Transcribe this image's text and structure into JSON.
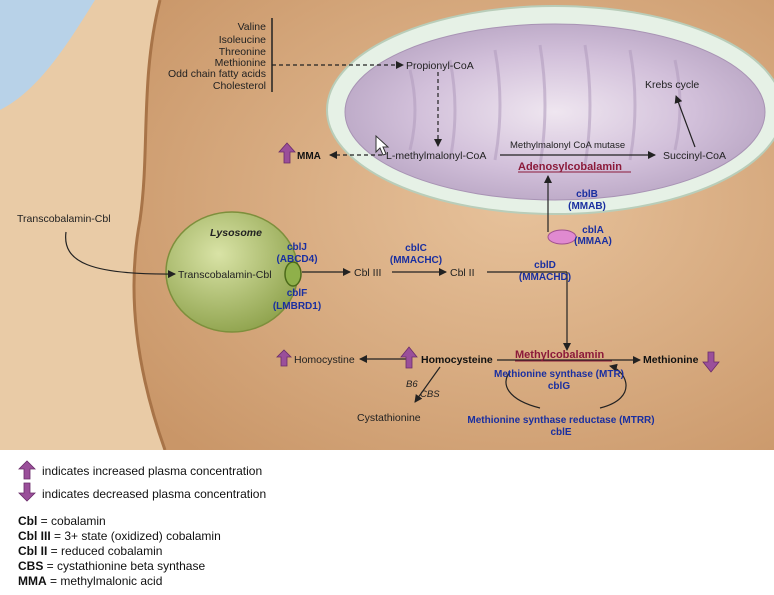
{
  "nutrients": [
    "Valine",
    "Isoleucine",
    "Threonine",
    "Methionine",
    "Odd chain fatty acids",
    "Cholesterol"
  ],
  "propionyl_coa": "Propionyl-CoA",
  "krebs_cycle": "Krebs cycle",
  "mma": "MMA",
  "l_methylmalonyl_coa": "L-methylmalonyl-CoA",
  "mutase": "Methylmalonyl CoA mutase",
  "adenosylcobalamin": "Adenosylcobalamin",
  "succinyl_coa": "Succinyl-CoA",
  "cblB": "cblB",
  "cblB_gene": "(MMAB)",
  "cblA": "cblA",
  "cblA_gene": "(MMAA)",
  "transcobalamin_cbl_outside": "Transcobalamin-Cbl",
  "lysosome": "Lysosome",
  "transcobalamin_cbl_inside": "Transcobalamin-Cbl",
  "cblJ": "cblJ",
  "cblJ_gene": "(ABCD4)",
  "cblF": "cblF",
  "cblF_gene": "(LMBRD1)",
  "cblC": "cblC",
  "cblC_gene": "(MMACHC)",
  "cbl_iii": "Cbl III",
  "cbl_ii": "Cbl II",
  "cblD": "cblD",
  "cblD_gene": "(MMACHD)",
  "homocystine": "Homocystine",
  "homocysteine": "Homocysteine",
  "methylcobalamin": "Methylcobalamin",
  "methionine": "Methionine",
  "methionine_synthase": "Methionine synthase (MTR)",
  "cblG": "cblG",
  "b6": "B6",
  "cbs": "CBS",
  "cystathionine": "Cystathionine",
  "mtrr": "Methionine synthase reductase (MTRR)",
  "cblE": "cblE",
  "legend": {
    "up_text": "indicates increased plasma concentration",
    "down_text": "indicates decreased plasma concentration",
    "abbreviations": [
      {
        "term": "Cbl",
        "definition": " = cobalamin"
      },
      {
        "term": "Cbl III",
        "definition": " = 3+ state (oxidized) cobalamin"
      },
      {
        "term": "Cbl II",
        "definition": " = reduced cobalamin"
      },
      {
        "term": "CBS",
        "definition": " = cystathionine beta synthase"
      },
      {
        "term": "MMA",
        "definition": " = methylmalonic acid"
      }
    ]
  },
  "colors": {
    "cell": "#d6aa80",
    "extracellular": "#e9c8a0",
    "outside_blue": "#b3cfe6",
    "mito_outer": "#e4efe4",
    "mito_inner": "#cdbad6",
    "lysosome": "#a9b86a",
    "gene_blue": "#1a2fa0",
    "highlight_red": "#8b1a3a",
    "arrow_purple": "#9a4f9a"
  }
}
